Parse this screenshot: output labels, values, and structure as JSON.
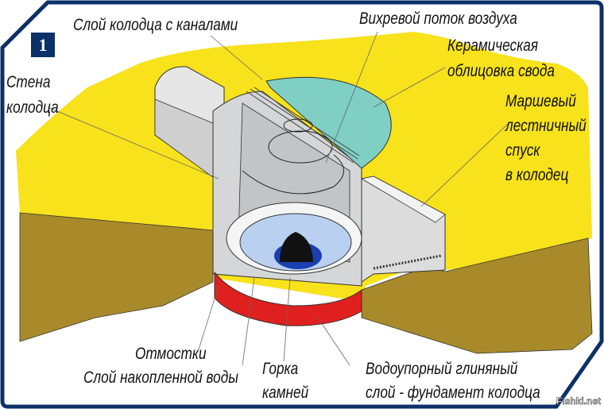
{
  "badge": "1",
  "labels": {
    "well_layer_channels": "Слой колодца с каналами",
    "vortex_air_flow": "Вихревой поток воздуха",
    "ceramic_line1": "Керамическая",
    "ceramic_line2": "облицовка свода",
    "stairs_line1": "Маршевый",
    "stairs_line2": "лестничный",
    "stairs_line3": "спуск",
    "stairs_line4": "в колодец",
    "wall_line1": "Стена",
    "wall_line2": "колодца",
    "blind_area": "Отмостки",
    "water_layer": "Слой накопленной воды",
    "stones_line1": "Горка",
    "stones_line2": "камней",
    "clay_line1": "Водоупорный глиняный",
    "clay_line2": "слой - фундамент колодца"
  },
  "watermark": "Fishki.net",
  "colors": {
    "frame": "#0c3068",
    "ground": "#f7e21c",
    "soil": "#a88a2a",
    "dome": "#7fcfc4",
    "base": "#e0201e",
    "water": "#b9d0f0"
  }
}
